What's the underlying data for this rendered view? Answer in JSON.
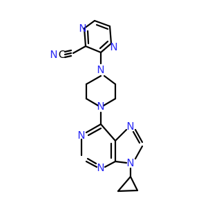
{
  "molecule": {
    "colors": {
      "bond": "#000000",
      "nitrogen": "#2a2af5",
      "carbon": "#000000"
    },
    "atom_labels": {
      "n_pyrazine_top": "N",
      "n_pyrazine_bottom": "N",
      "n_nitrile": "N",
      "c_nitrile": "C",
      "n_piperazine_top": "N",
      "n_piperazine_bottom": "N",
      "n_purine_7": "N",
      "n_purine_1": "N",
      "n_purine_3": "N",
      "n_purine_9": "N"
    }
  }
}
